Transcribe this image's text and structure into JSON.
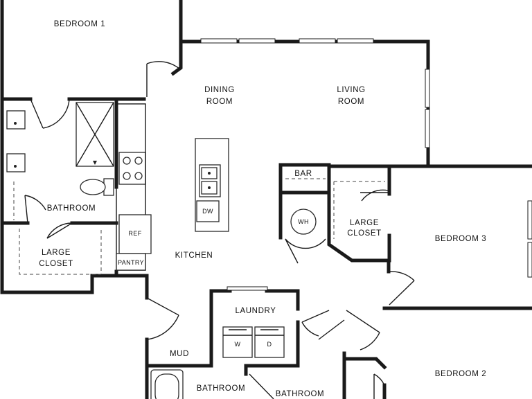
{
  "rooms": {
    "bedroom1": "BEDROOM 1",
    "dining_line1": "DINING",
    "dining_line2": "ROOM",
    "living_line1": "LIVING",
    "living_line2": "ROOM",
    "bathroom_left": "BATHROOM",
    "large_closet_left_line1": "LARGE",
    "large_closet_left_line2": "CLOSET",
    "kitchen": "KITCHEN",
    "bar": "BAR",
    "large_closet_right_line1": "LARGE",
    "large_closet_right_line2": "CLOSET",
    "bedroom3": "BEDROOM 3",
    "laundry": "LAUNDRY",
    "mud": "MUD",
    "bathroom_bottom_1": "BATHROOM",
    "bathroom_bottom_2": "BATHROOM",
    "bedroom2": "BEDROOM 2"
  },
  "fixtures": {
    "dishwasher": "DW",
    "refrigerator": "REF",
    "pantry": "PANTRY",
    "water_heater": "WH",
    "washer": "W",
    "dryer": "D"
  },
  "icons": {
    "sink": "sink-icon",
    "toilet": "toilet-icon",
    "shower": "shower-icon",
    "stove": "stove-icon",
    "tub": "bathtub-icon",
    "door": "door-swing-icon"
  }
}
